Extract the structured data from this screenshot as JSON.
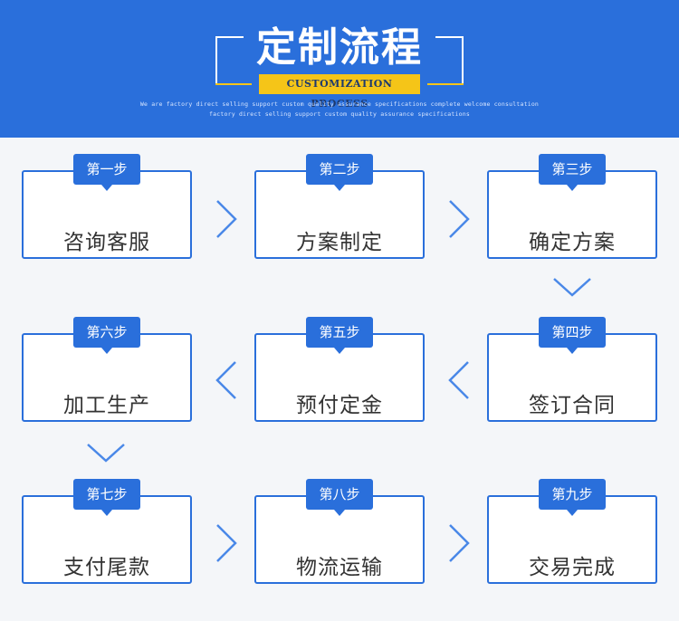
{
  "header": {
    "title": "定制流程",
    "subtitle": "CUSTOMIZATION PROCESS",
    "tagline_line1": "We are factory direct selling support custom quality assurance specifications complete welcome consultation",
    "tagline_line2": "factory direct selling support custom quality assurance specifications"
  },
  "steps": [
    {
      "badge": "第一步",
      "label": "咨询客服"
    },
    {
      "badge": "第二步",
      "label": "方案制定"
    },
    {
      "badge": "第三步",
      "label": "确定方案"
    },
    {
      "badge": "第四步",
      "label": "签订合同"
    },
    {
      "badge": "第五步",
      "label": "预付定金"
    },
    {
      "badge": "第六步",
      "label": "加工生产"
    },
    {
      "badge": "第七步",
      "label": "支付尾款"
    },
    {
      "badge": "第八步",
      "label": "物流运输"
    },
    {
      "badge": "第九步",
      "label": "交易完成"
    }
  ],
  "colors": {
    "primary": "#2a6fdb",
    "accent": "#f5c518",
    "background": "#f4f6f9",
    "arrow": "#4a88e8",
    "text": "#333333"
  }
}
